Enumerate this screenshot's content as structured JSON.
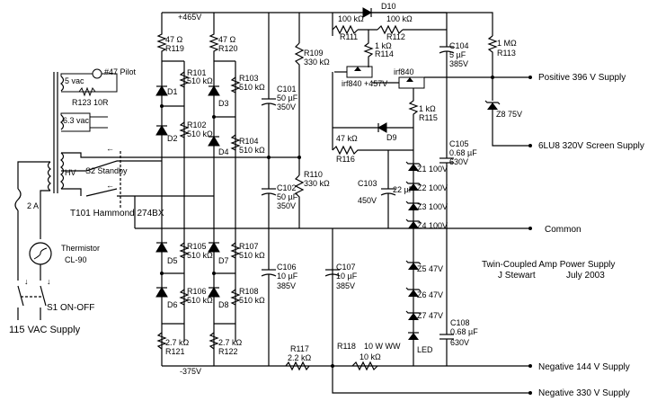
{
  "rails": {
    "plus465": "+465V",
    "minus375": "-375V",
    "plus457": "+457V"
  },
  "outputs": {
    "positive396": "Positive 396 V Supply",
    "screen": "6LU8 320V Screen Supply",
    "common": "Common",
    "negative144": "Negative 144 V Supply",
    "negative330": "Negative 330 V Supply"
  },
  "title": {
    "line1": "Twin-Coupled Amp Power Supply",
    "author": "J Stewart",
    "date": "July 2003"
  },
  "primary": {
    "supply": "115 VAC Supply",
    "switch": "S1  ON-OFF",
    "fuse": "2 A",
    "thermistor": "Thermistor",
    "thermistor_part": "CL-90",
    "transformer": "T101 Hammond 274BX",
    "standby": "S2 Standby",
    "hv": "HV",
    "v5": "5 vac",
    "v63": "6.3 vac",
    "pilot": "#47 Pilot",
    "r123": "R123  10R"
  },
  "components": {
    "r119_val": "47 Ω",
    "r119": "R119",
    "r120_val": "47 Ω",
    "r120": "R120",
    "r101": "R101",
    "r101_val": "510 kΩ",
    "r102": "R102",
    "r102_val": "510 kΩ",
    "r103": "R103",
    "r103_val": "510 kΩ",
    "r104": "R104",
    "r104_val": "510 kΩ",
    "r105": "R105",
    "r105_val": "510 kΩ",
    "r106": "R106",
    "r106_val": "510 kΩ",
    "r107": "R107",
    "r107_val": "510 kΩ",
    "r108": "R108",
    "r108_val": "510 kΩ",
    "r121_val": "2.7 kΩ",
    "r121": "R121",
    "r122_val": "2.7 kΩ",
    "r122": "R122",
    "d1": "D1",
    "d2": "D2",
    "d3": "D3",
    "d4": "D4",
    "d5": "D5",
    "d6": "D6",
    "d7": "D7",
    "d8": "D8",
    "d9": "D9",
    "d10": "D10",
    "c101": "C101",
    "c101_val": "50 µF",
    "c101_v": "350V",
    "c102": "C102",
    "c102_val": "50 µF",
    "c102_v": "350V",
    "c106": "C106",
    "c106_val": "10 µF",
    "c106_v": "385V",
    "c107": "C107",
    "c107_val": "10 µF",
    "c107_v": "385V",
    "r109": "R109",
    "r109_val": "330 kΩ",
    "r110": "R110",
    "r110_val": "330 kΩ",
    "r111": "R111",
    "r111_val": "100 kΩ",
    "r112": "R112",
    "r112_val": "100 kΩ",
    "r114": "R114",
    "r114_val": "1 kΩ",
    "r115": "R115",
    "r115_val": "1 kΩ",
    "r116": "R116",
    "r116_val": "47 kΩ",
    "r113": "R113",
    "r113_val": "1 MΩ",
    "r117": "R117",
    "r117_val": "2.2 kΩ",
    "r118": "R118",
    "r118_val": "10 W WW",
    "r118_ohm": "10 kΩ",
    "c103": "C103",
    "c103_val": "22 µF",
    "c103_v": "450V",
    "c104": "C104",
    "c104_val": "5 µF",
    "c104_v": "385V",
    "c105": "C105",
    "c105_val": "0.68 µF",
    "c105_v": "630V",
    "c108": "C108",
    "c108_val": "0.68 µF",
    "c108_v": "630V",
    "q1": "irf840",
    "q2": "irf840",
    "z1": "Z1  100V",
    "z2": "Z2  100V",
    "z3": "Z3  100V",
    "z4": "Z4  100V",
    "z5": "Z5  47V",
    "z6": "Z6  47V",
    "z7": "Z7  47V",
    "z8": "Z8  75V",
    "led": "LED"
  }
}
